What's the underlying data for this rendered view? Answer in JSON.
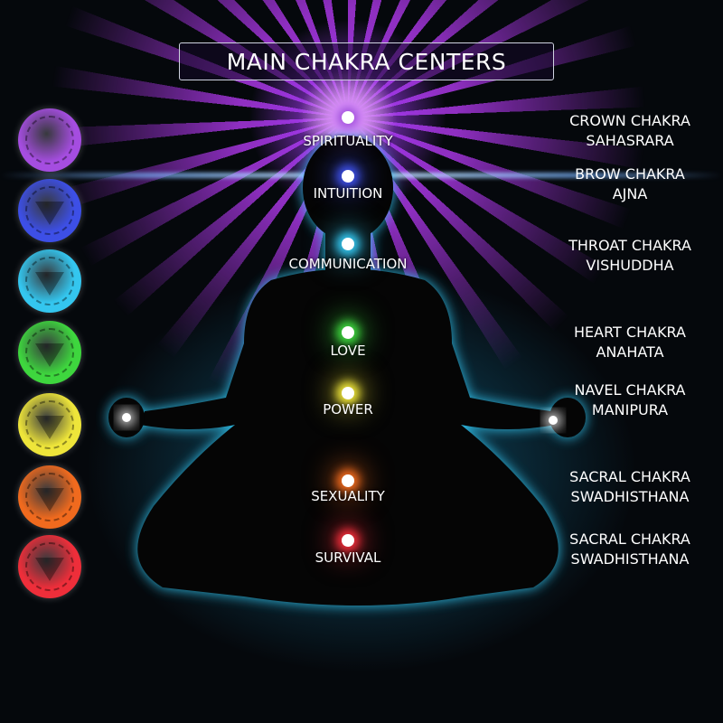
{
  "title": "MAIN CHAKRA CENTERS",
  "chakras": [
    {
      "meaning": "SPIRITUALITY",
      "name": "CROWN CHAKRA",
      "sanskrit": "SAHASRARA",
      "color": "#a54de0"
    },
    {
      "meaning": "INTUITION",
      "name": "BROW CHAKRA",
      "sanskrit": "AJNA",
      "color": "#3d4fe6"
    },
    {
      "meaning": "COMMUNICATION",
      "name": "THROAT CHAKRA",
      "sanskrit": "VISHUDDHA",
      "color": "#34c6ef"
    },
    {
      "meaning": "LOVE",
      "name": "HEART CHAKRA",
      "sanskrit": "ANAHATA",
      "color": "#3ed63e"
    },
    {
      "meaning": "POWER",
      "name": "NAVEL CHAKRA",
      "sanskrit": "MANIPURA",
      "color": "#eee53a"
    },
    {
      "meaning": "SEXUALITY",
      "name": "SACRAL CHAKRA",
      "sanskrit": "SWADHISTHANA",
      "color": "#f06a1e"
    },
    {
      "meaning": "SURVIVAL",
      "name": "SACRAL CHAKRA",
      "sanskrit": "SWADHISTHANA",
      "color": "#ee2e3a"
    }
  ]
}
